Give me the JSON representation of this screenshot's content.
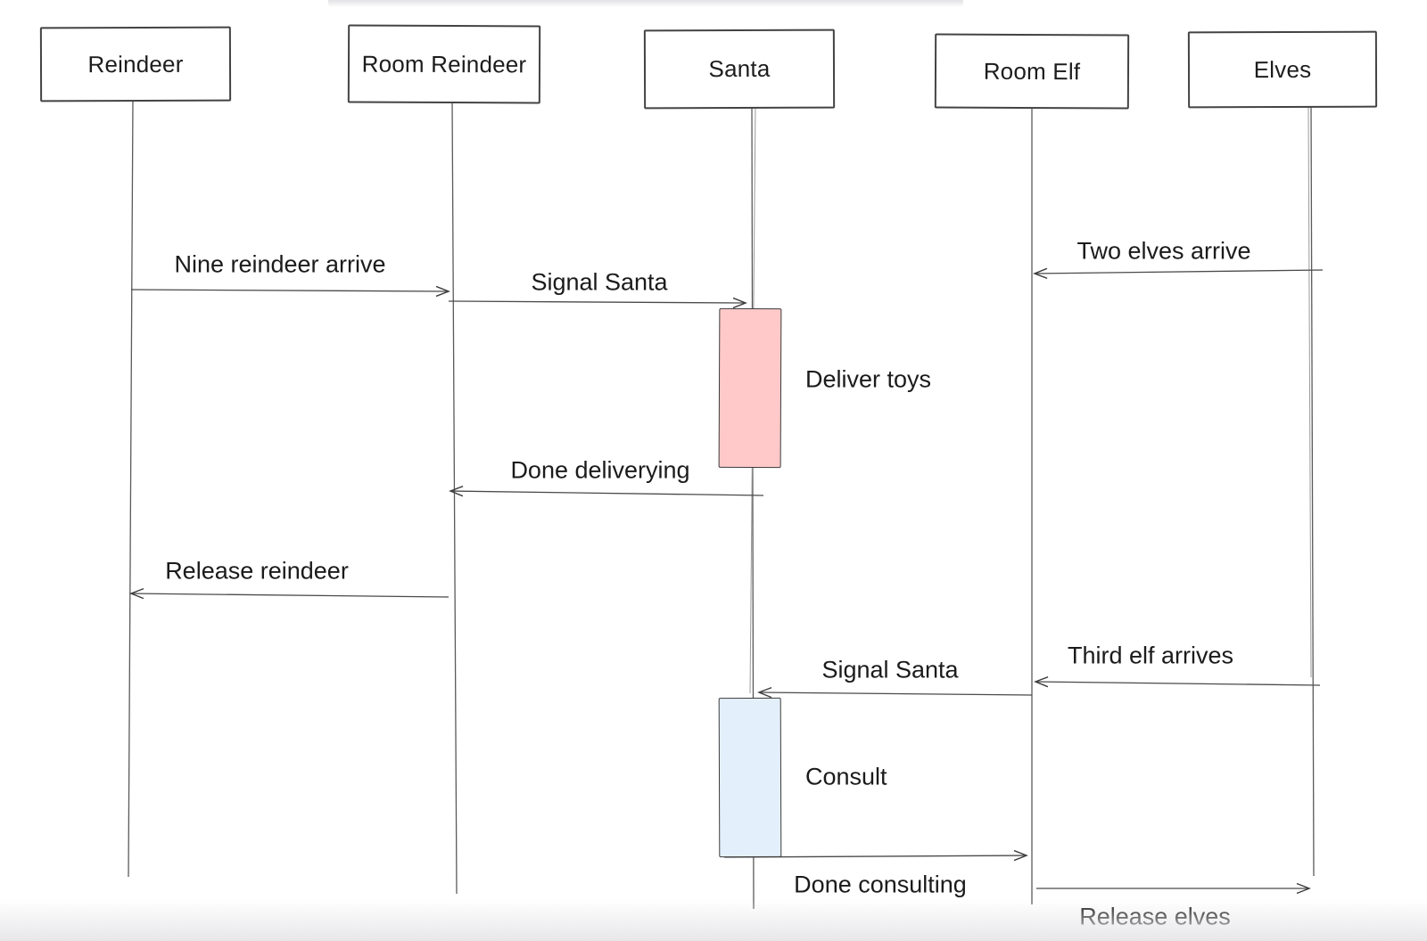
{
  "diagram": {
    "type": "sequence-diagram",
    "tool_style": "hand-drawn whiteboard",
    "actors": [
      {
        "id": "reindeer",
        "label": "Reindeer"
      },
      {
        "id": "room-reindeer",
        "label": "Room Reindeer"
      },
      {
        "id": "santa",
        "label": "Santa"
      },
      {
        "id": "room-elf",
        "label": "Room Elf"
      },
      {
        "id": "elves",
        "label": "Elves"
      }
    ],
    "messages": [
      {
        "label": "Nine reindeer arrive",
        "from": "Reindeer",
        "to": "Room Reindeer",
        "direction": "right"
      },
      {
        "label": "Signal Santa",
        "from": "Room Reindeer",
        "to": "Santa",
        "direction": "right"
      },
      {
        "label": "Two elves arrive",
        "from": "Elves",
        "to": "Room Elf",
        "direction": "left"
      },
      {
        "label": "Done deliverying",
        "from": "Santa",
        "to": "Room Reindeer",
        "direction": "left"
      },
      {
        "label": "Release reindeer",
        "from": "Room Reindeer",
        "to": "Reindeer",
        "direction": "left"
      },
      {
        "label": "Third elf arrives",
        "from": "Elves",
        "to": "Room Elf",
        "direction": "left"
      },
      {
        "label": "Signal Santa",
        "from": "Room Elf",
        "to": "Santa",
        "direction": "left"
      },
      {
        "label": "Done consulting",
        "from": "Santa",
        "to": "Room Elf",
        "direction": "right"
      },
      {
        "label": "Release elves",
        "from": "Room Elf",
        "to": "Elves",
        "direction": "right"
      }
    ],
    "activations": [
      {
        "label": "Deliver toys",
        "on": "Santa",
        "color": "#ffc9c9"
      },
      {
        "label": "Consult",
        "on": "Santa",
        "color": "#e3f0fb"
      }
    ],
    "colors": {
      "background": "#ffffff",
      "stroke": "#434343",
      "text": "#1b1b1b",
      "activation_red": "#ffc9c9",
      "activation_blue": "#e3f0fb"
    }
  }
}
